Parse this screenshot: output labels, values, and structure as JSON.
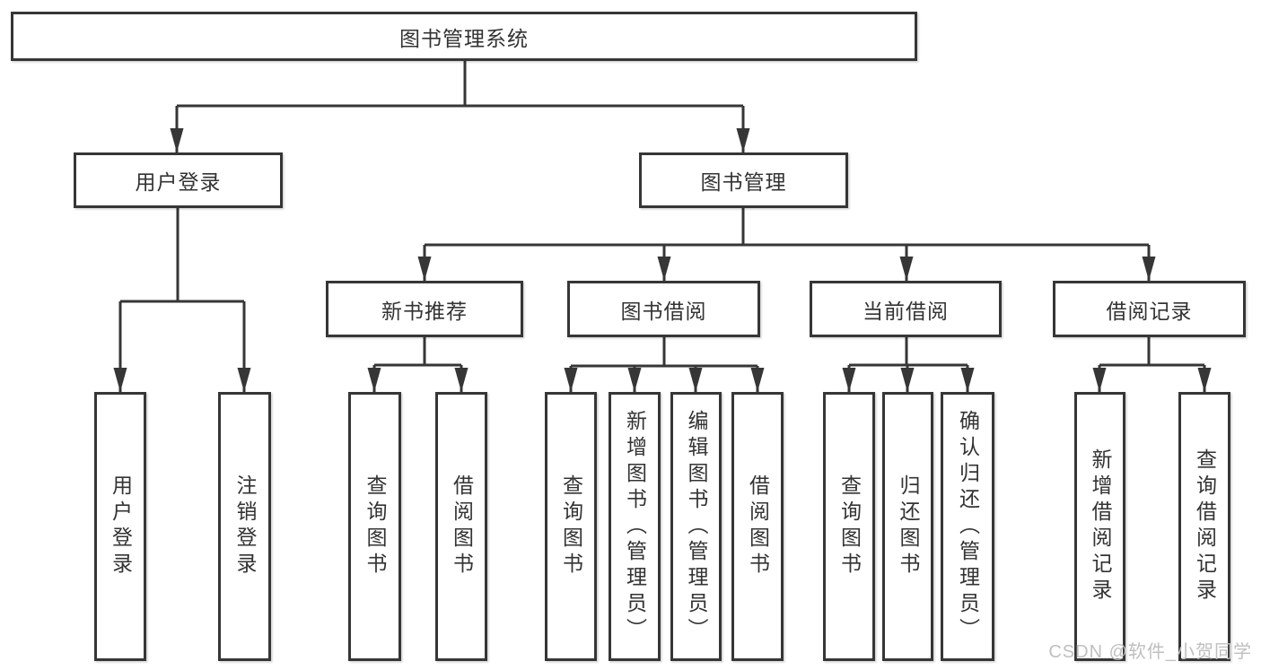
{
  "diagram": {
    "root": {
      "label": "图书管理系统"
    },
    "level2": [
      {
        "label": "用户登录"
      },
      {
        "label": "图书管理"
      }
    ],
    "level3": [
      {
        "label": "新书推荐"
      },
      {
        "label": "图书借阅"
      },
      {
        "label": "当前借阅"
      },
      {
        "label": "借阅记录"
      }
    ],
    "leaves": {
      "login_group": [
        "用户登录",
        "注销登录"
      ],
      "recommend_group": [
        "查询图书",
        "借阅图书"
      ],
      "borrow_group": [
        "查询图书",
        "新增图书（管理员）",
        "编辑图书（管理员）",
        "借阅图书"
      ],
      "current_group": [
        "查询图书",
        "归还图书",
        "确认归还（管理员）"
      ],
      "records_group": [
        "新增借阅记录",
        "查询借阅记录"
      ]
    }
  },
  "watermark": {
    "text": "CSDN @软件_小贺同学"
  },
  "colors": {
    "line": "#363636",
    "text": "#333333",
    "watermark": "#bfbfbf",
    "background": "#ffffff"
  }
}
